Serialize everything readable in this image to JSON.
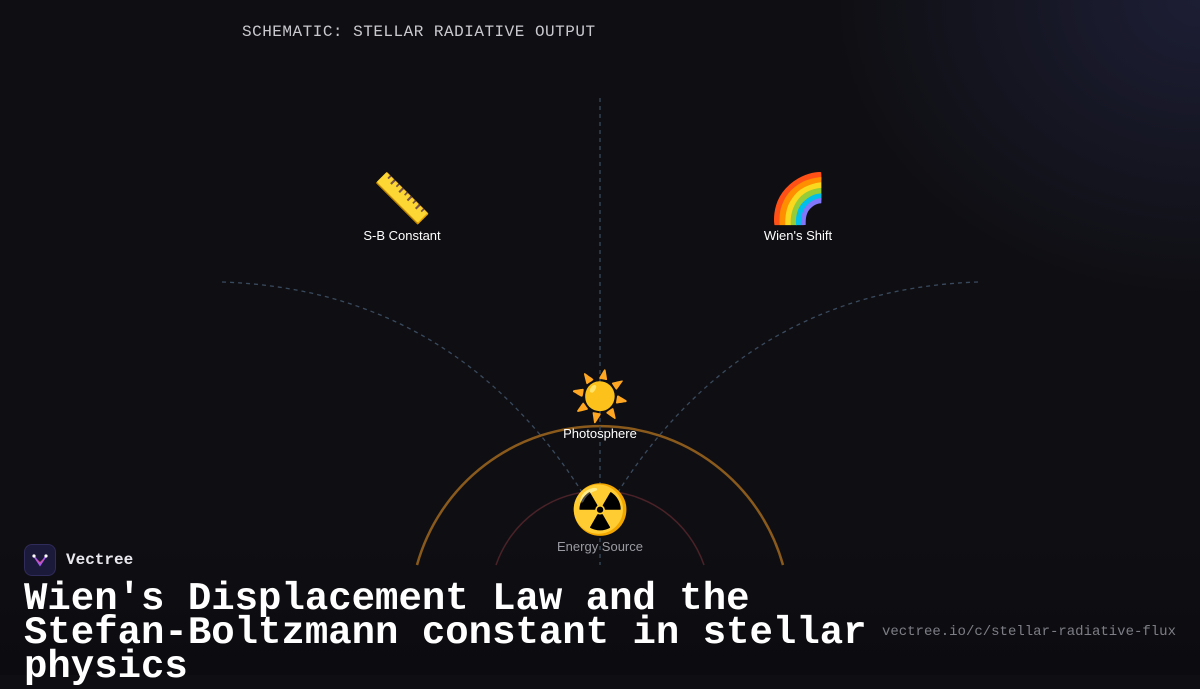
{
  "schematic_title": "SCHEMATIC: STELLAR RADIATIVE OUTPUT",
  "nodes": {
    "sb_constant": {
      "icon": "ruler-icon",
      "glyph": "📏",
      "label": "S-B Constant"
    },
    "wiens_shift": {
      "icon": "rainbow-icon",
      "glyph": "🌈",
      "label": "Wien's Shift"
    },
    "photosphere": {
      "icon": "sun-icon",
      "glyph": "☀️",
      "label": "Photosphere"
    },
    "energy_source": {
      "icon": "radioactive-icon",
      "glyph": "☢️",
      "label": "Energy Source"
    }
  },
  "colors": {
    "photosphere_arc": "#8a5a1c",
    "core_arc": "#4a2228",
    "connector": "#3a4a5e",
    "background": "#0f0f13"
  },
  "brand": {
    "name": "Vectree",
    "icon": "vectree-logo-icon"
  },
  "headline": "Wien's Displacement Law and the Stefan-Boltzmann constant in stellar physics",
  "url": "vectree.io/c/stellar-radiative-flux"
}
